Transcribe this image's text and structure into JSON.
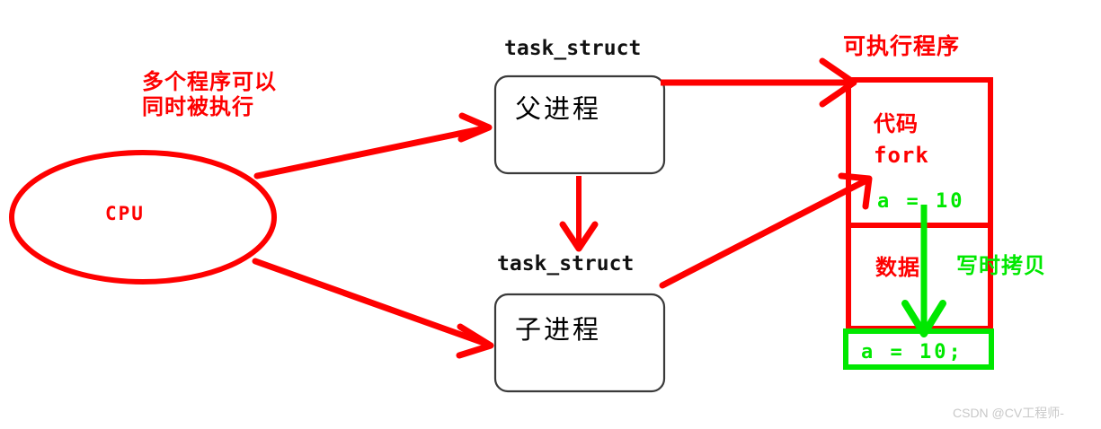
{
  "diagram": {
    "title_note": "多个程序可以\n同时被执行",
    "cpu": {
      "label": "CPU",
      "shape": "ellipse",
      "color": "#fe0000"
    },
    "process_boxes": [
      {
        "struct_label": "task_struct",
        "body_label": "父进程",
        "role": "parent"
      },
      {
        "struct_label": "task_struct",
        "body_label": "子进程",
        "role": "child"
      }
    ],
    "program": {
      "title": "可执行程序",
      "segments": [
        {
          "name": "code",
          "label": "代码"
        },
        {
          "name": "code-fork",
          "label": "fork"
        },
        {
          "name": "code-assign",
          "label": "a = 10"
        },
        {
          "name": "data",
          "label": "数据"
        }
      ],
      "cow_label": "写时拷贝",
      "copied_page": "a = 10;"
    },
    "colors": {
      "red": "#fe0000",
      "green": "#00e800",
      "box_border": "#3a3a3a",
      "watermark": "#c8c8c8"
    }
  },
  "watermark": {
    "text": "CSDN @CV工程师-"
  }
}
